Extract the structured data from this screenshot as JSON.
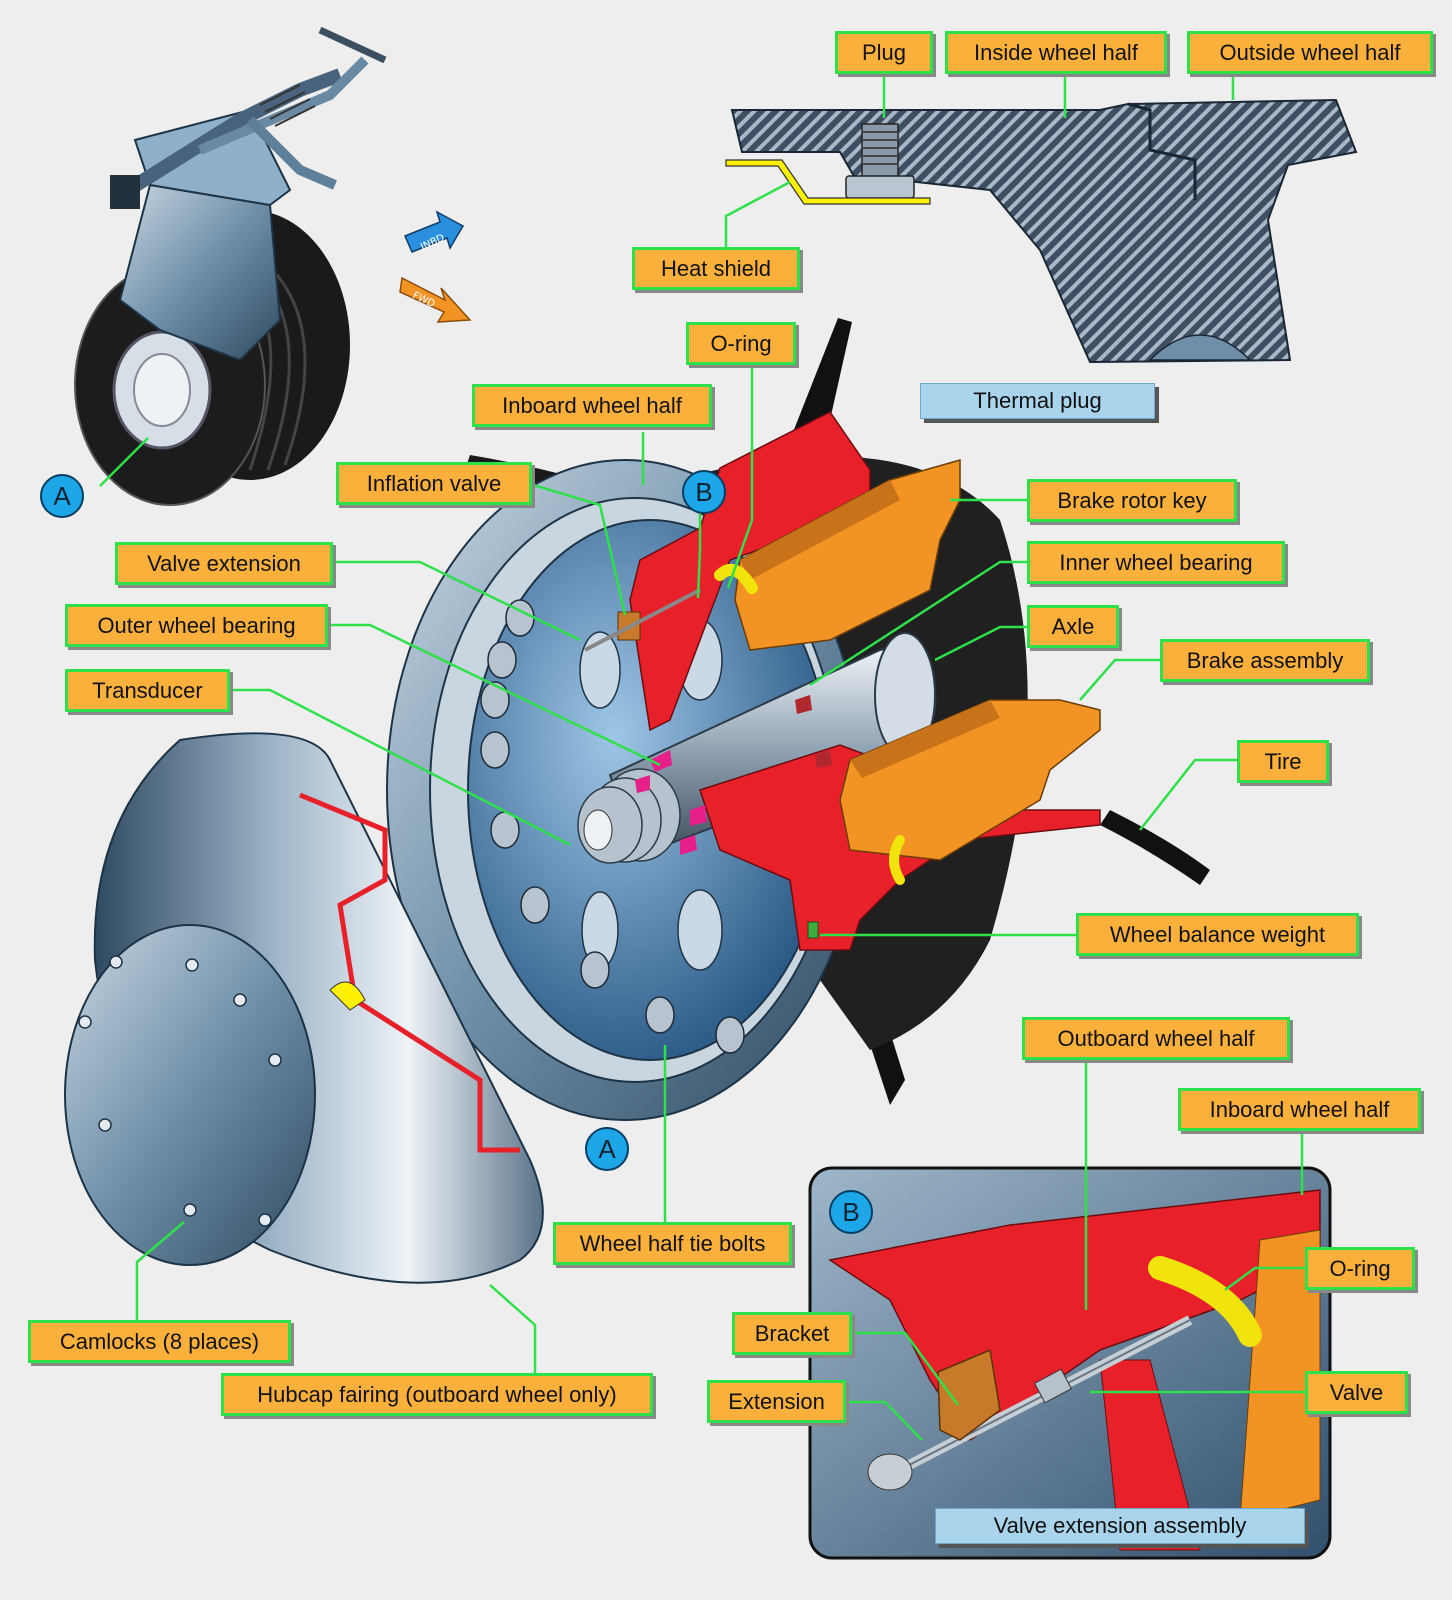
{
  "labels": {
    "plug": "Plug",
    "inside_wheel_half": "Inside wheel half",
    "outside_wheel_half": "Outside wheel half",
    "heat_shield": "Heat shield",
    "thermal_plug": "Thermal plug",
    "o_ring": "O-ring",
    "inboard_wheel_half": "Inboard wheel half",
    "inflation_valve": "Inflation valve",
    "brake_rotor_key": "Brake rotor key",
    "valve_extension": "Valve extension",
    "inner_wheel_bearing": "Inner wheel bearing",
    "outer_wheel_bearing": "Outer wheel bearing",
    "axle": "Axle",
    "brake_assembly": "Brake assembly",
    "transducer": "Transducer",
    "tire": "Tire",
    "wheel_balance_weight": "Wheel balance weight",
    "outboard_wheel_half": "Outboard wheel half",
    "inboard_wheel_half_b": "Inboard wheel half",
    "wheel_half_tie_bolts": "Wheel half tie bolts",
    "o_ring_b": "O-ring",
    "bracket": "Bracket",
    "valve": "Valve",
    "extension": "Extension",
    "camlocks": "Camlocks (8 places)",
    "hubcap_fairing": "Hubcap fairing (outboard wheel only)",
    "valve_extension_assembly": "Valve extension assembly"
  },
  "detail_markers": {
    "a": "A",
    "b": "B"
  },
  "direction_arrows": {
    "inbd": "INBD",
    "fwd": "FWD"
  },
  "colors": {
    "label_fill": "#fbb03b",
    "label_border": "#2ee04a",
    "leader_line": "#2ee04a",
    "caption_fill": "#a9d4ec",
    "marker_fill": "#1ea7e8",
    "cutaway_red": "#e8202a",
    "brake_orange": "#f39324",
    "wheel_steel": "#5d7f99"
  }
}
